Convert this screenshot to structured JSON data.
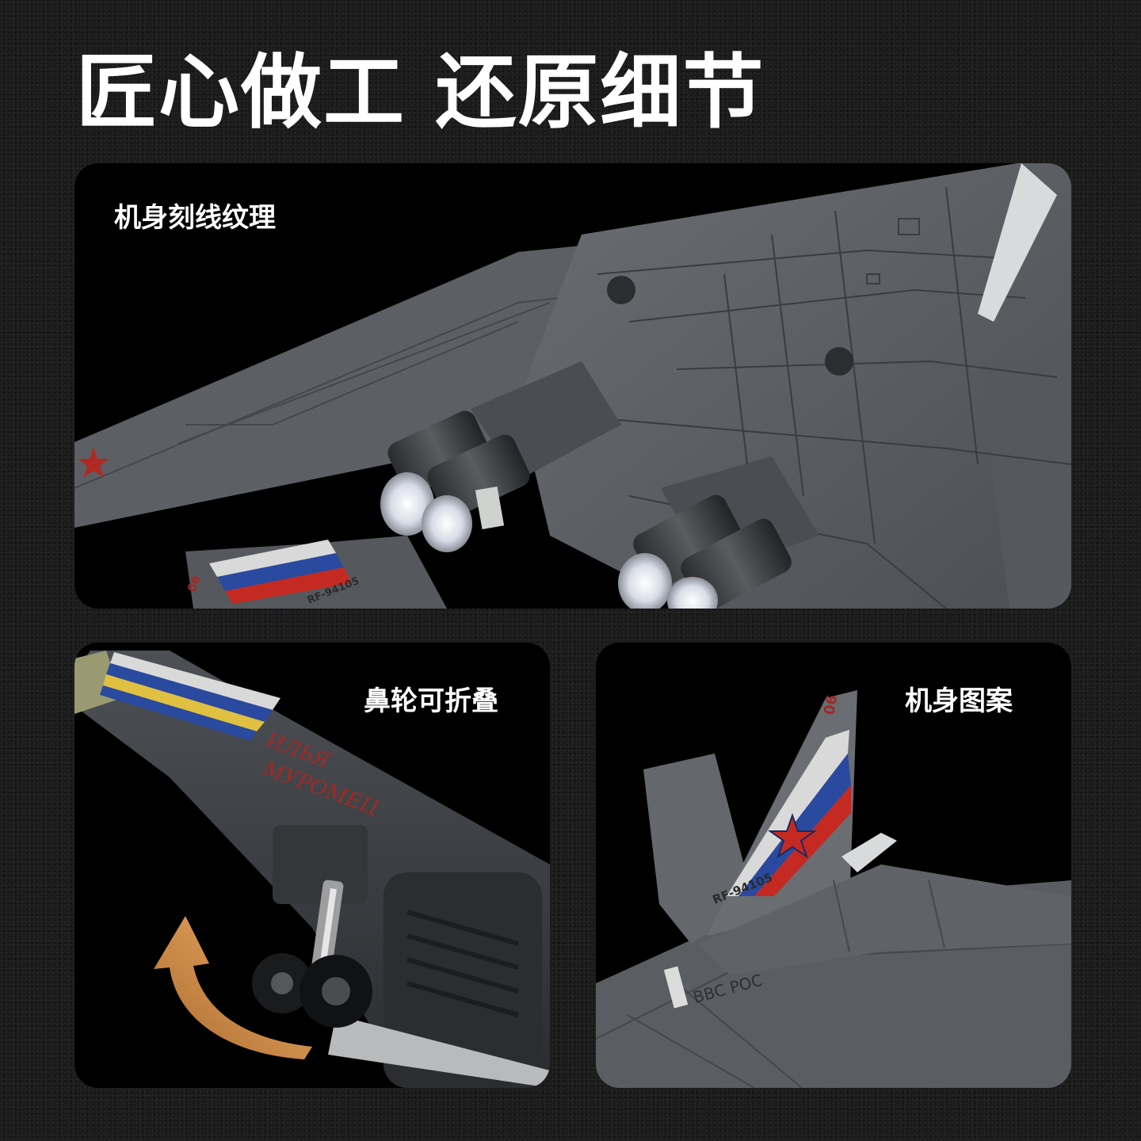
{
  "headline": "匠心做工 还原细节",
  "panels": {
    "fuselage_lines": {
      "label": "机身刻线纹理",
      "markings": {
        "serial": "RF-94105",
        "tail_number": "06"
      }
    },
    "nose_gear": {
      "label": "鼻轮可折叠",
      "markings": {
        "name_line1": "ИЛЬЯ",
        "name_line2": "МУРОМЕЦ"
      }
    },
    "livery": {
      "label": "机身图案",
      "markings": {
        "serial": "RF-94105",
        "tail_number": "06",
        "force_text": "ВВС РОС"
      }
    }
  },
  "colors": {
    "background": "#1c1c1c",
    "panel": "#000000",
    "airframe": "#5b5e63",
    "airframe_dark": "#3e4044",
    "stripe_white": "#d9d9d9",
    "stripe_blue": "#2a4aa0",
    "stripe_red": "#c42a22",
    "arrow": "#e8a050"
  }
}
